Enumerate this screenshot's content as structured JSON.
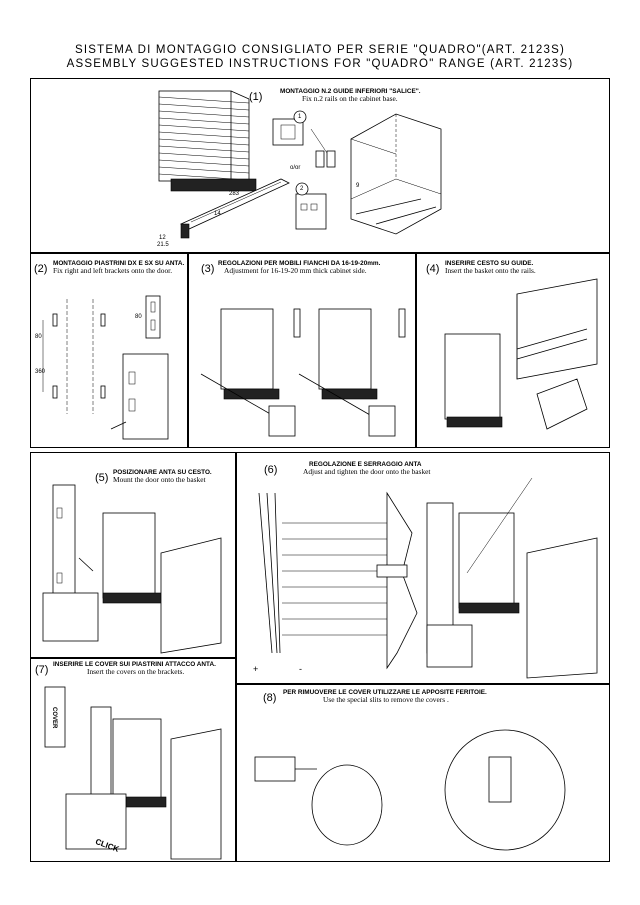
{
  "header": {
    "title_it": "SISTEMA DI MONTAGGIO CONSIGLIATO PER SERIE \"QUADRO\"(ART. 2123S)",
    "title_en": "ASSEMBLY SUGGESTED INSTRUCTIONS FOR \"QUADRO\" RANGE (ART. 2123S)"
  },
  "steps": [
    {
      "num": "(1)",
      "it": "MONTAGGIO N.2 GUIDE INFERIORI \"SALICE\".",
      "en": "Fix n.2 rails on the cabinet base."
    },
    {
      "num": "(2)",
      "it": "MONTAGGIO PIASTRINI DX E SX SU ANTA.",
      "en": "Fix right and left brackets onto the door."
    },
    {
      "num": "(3)",
      "it": "REGOLAZIONI PER MOBILI FIANCHI DA 16-19-20mm.",
      "en": "Adjustment for 16-19-20 mm thick cabinet side."
    },
    {
      "num": "(4)",
      "it": "INSERIRE CESTO SU GUIDE.",
      "en": "Insert the basket onto the rails."
    },
    {
      "num": "(5)",
      "it": "POSIZIONARE ANTA SU CESTO.",
      "en": "Mount the door onto the basket"
    },
    {
      "num": "(6)",
      "it": "REGOLAZIONE E SERRAGGIO ANTA",
      "en": "Adjust and tighten the door onto the basket"
    },
    {
      "num": "(7)",
      "it": "INSERIRE LE COVER SUI PIASTRINI ATTACCO ANTA.",
      "en": "Insert the covers on the brackets."
    },
    {
      "num": "(8)",
      "it": "PER RIMUOVERE LE COVER UTILIZZARE LE APPOSITE FERITOIE.",
      "en": "Use the special slits to remove the covers ."
    }
  ],
  "labels": {
    "circle1": "1",
    "circle2": "2",
    "or": "o/or",
    "dim_283": "283",
    "dim_14": "14",
    "dim_9": "9",
    "dim_12": "12",
    "dim_21": "21.5",
    "dim_80a": "80",
    "dim_80b": "80",
    "dim_360": "360",
    "cover": "COVER",
    "click": "CLICK",
    "plus": "+",
    "minus": "-"
  }
}
